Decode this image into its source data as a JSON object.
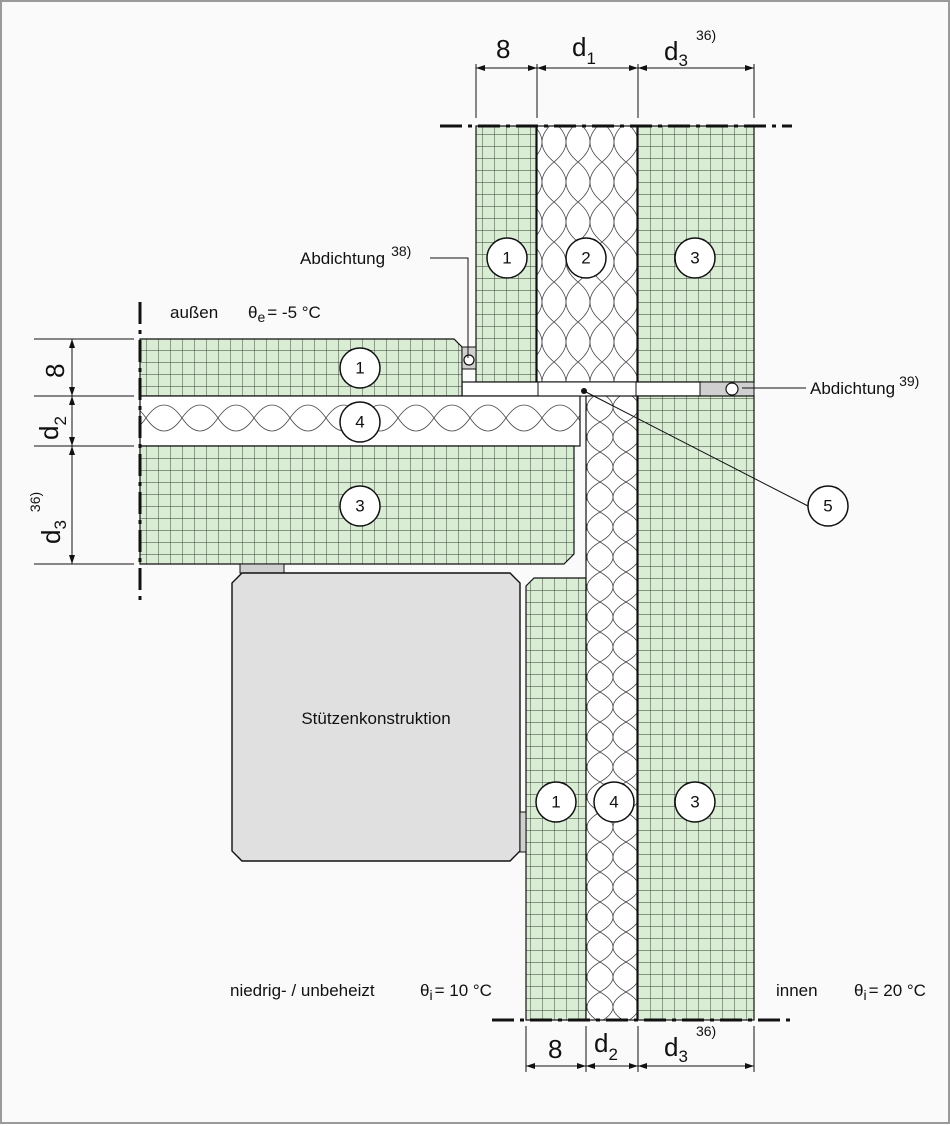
{
  "dimensions": {
    "top": {
      "a": "8",
      "b": "d",
      "b_sub": "1",
      "c": "d",
      "c_sub": "3",
      "c_sup": "36)"
    },
    "bottom": {
      "a": "8",
      "b": "d",
      "b_sub": "2",
      "c": "d",
      "c_sub": "3",
      "c_sup": "36)"
    },
    "left": {
      "a": "8",
      "b": "d",
      "b_sub": "2",
      "c": "d",
      "c_sub": "3",
      "c_sup": "36)"
    }
  },
  "labels": {
    "abdichtung_38": "Abdichtung",
    "abdichtung_38_sup": "38)",
    "abdichtung_39": "Abdichtung",
    "abdichtung_39_sup": "39)",
    "aussen_label": "außen",
    "aussen_theta": "θ",
    "aussen_theta_sub": "e",
    "aussen_value": "=   -5 °C",
    "niedrig_label": "niedrig- / unbeheizt",
    "niedrig_theta": "θ",
    "niedrig_theta_sub": "i",
    "niedrig_value": "=  10 °C",
    "innen_label": "innen",
    "innen_theta": "θ",
    "innen_theta_sub": "i",
    "innen_value": "=  20 °C",
    "stuetzen": "Stützenkonstruktion"
  },
  "markers": {
    "m1_top": "1",
    "m2_top": "2",
    "m3_top": "3",
    "m1_slab": "1",
    "m4_slab": "4",
    "m3_slab": "3",
    "m5": "5",
    "m1_low": "1",
    "m4_low": "4",
    "m3_low": "3"
  },
  "colors": {
    "concrete_fill": "#d9ecd4",
    "grid_line": "#2f3a2d",
    "insulation_fill": "#ffffff",
    "support_fill": "#e0e0e0"
  }
}
